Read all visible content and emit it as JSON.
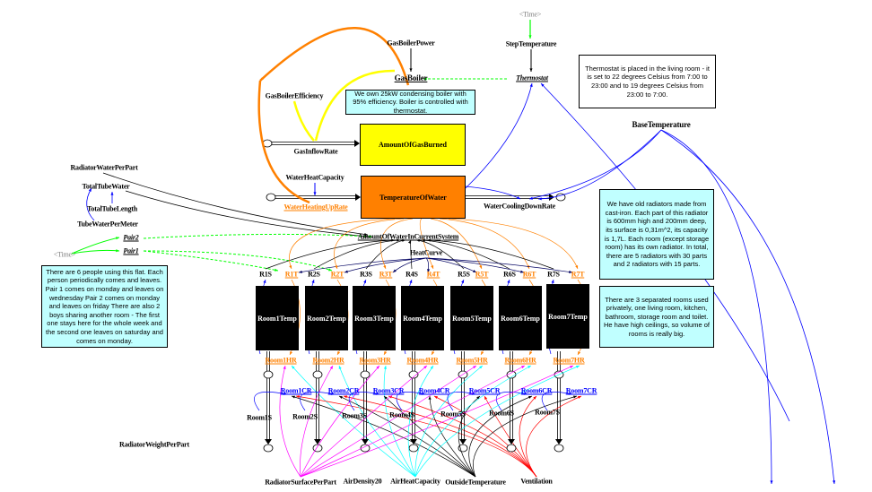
{
  "colors": {
    "stock_gas": "#ffff00",
    "stock_water": "#ff8000",
    "room": "#000000",
    "note": "#c0ffff",
    "info_link": "#0000ff",
    "time_link": "#00ff00",
    "orange_link": "#ff8000",
    "air_link": "#00ffff",
    "radiator_link": "#ff00ff",
    "vent_link": "#ff0000"
  },
  "top": {
    "time": "<Time>",
    "step_temperature": "StepTemperature",
    "thermostat": "Thermostat",
    "gas_boiler": "GasBoiler",
    "gas_boiler_power": "GasBoilerPower",
    "gas_boiler_efficiency": "GasBoilerEfficiency",
    "gas_inflow_rate": "GasInflowRate",
    "water_heat_capacity": "WaterHeatCapacity",
    "water_heating_up_rate": "WaterHeatingUpRate",
    "water_cooling_down_rate": "WaterCoolingDownRate",
    "base_temperature": "BaseTemperature"
  },
  "stocks": {
    "amount_of_gas_burned": "AmountOfGasBurned",
    "temperature_of_water": "TemperatureOfWater"
  },
  "notes": {
    "boiler": "We own 25kW condensing boiler with 95% efficiency. Boiler is controlled with thermostat.",
    "thermostat": "Thermostat is placed in the living room - it is set to 22 degrees Celsius from 7:00 to 23:00 and to 19 degrees Celsius from 23:00 to 7:00.",
    "radiators": "We have old radiators made from cast-iron. Each part of this radiator is 600mm high and 200mm deep, its surface is 0,31m^2, its capacity is 1,7L. Each room (except storage room) has its own radiator. In total, there are 5 radiators with 30 parts and 2 radiators with 15 parts.",
    "rooms": "There are 3 separated rooms used privately, one living room, kitchen, bathroom, storage room and toilet. He have high ceilings, so volume of rooms is really big.",
    "people": "There are 6 people using this flat. Each person periodically comes and leaves. Pair 1 comes on monday and leaves on wednesday Pair 2 comes on monday and leaves on friday There are also 2 boys sharing another room - The first one stays here for the whole week and the second one leaves on saturday and comes on monday."
  },
  "left": {
    "radiator_water_per_part": "RadiatorWaterPerPart",
    "total_tube_water": "TotalTubeWater",
    "total_tube_length": "TotalTubeLength",
    "tube_water_per_meter": "TubeWaterPerMeter",
    "pair2": "Pair2",
    "pair1": "Pair1",
    "time": "<Time>",
    "radiator_weight_per_part": "RadiatorWeightPerPart"
  },
  "middle": {
    "amount_of_water": "AmountOfWaterInCurrentSystem",
    "heat_curve": "HeatCurve"
  },
  "rooms": [
    {
      "s": "R1S",
      "t": "R1T",
      "temp": "Room1Temp",
      "hr": "Room1HR",
      "cr": "Room1CR",
      "rs": "Room1S"
    },
    {
      "s": "R2S",
      "t": "R2T",
      "temp": "Room2Temp",
      "hr": "Room2HR",
      "cr": "Room2CR",
      "rs": "Room2S"
    },
    {
      "s": "R3S",
      "t": "R3T",
      "temp": "Room3Temp",
      "hr": "Room3HR",
      "cr": "Room3CR",
      "rs": "Room3S"
    },
    {
      "s": "R4S",
      "t": "R4T",
      "temp": "Room4Temp",
      "hr": "Room4HR",
      "cr": "Room4CR",
      "rs": "Room4S"
    },
    {
      "s": "R5S",
      "t": "R5T",
      "temp": "Room5Temp",
      "hr": "Room5HR",
      "cr": "Room5CR",
      "rs": "Room5S"
    },
    {
      "s": "R6S",
      "t": "R6T",
      "temp": "Room6Temp",
      "hr": "Room6HR",
      "cr": "Room6CR",
      "rs": "Room6S"
    },
    {
      "s": "R7S",
      "t": "R7T",
      "temp": "Room7Temp",
      "hr": "Room7HR",
      "cr": "Room7CR",
      "rs": "Room7S"
    }
  ],
  "bottom": {
    "radiator_surface_per_part": "RadiatorSurfacePerPart",
    "air_density": "AirDensity20",
    "air_heat_capacity": "AirHeatCapacity",
    "outside_temperature": "OutsideTemperature",
    "ventilation": "Ventilation"
  }
}
